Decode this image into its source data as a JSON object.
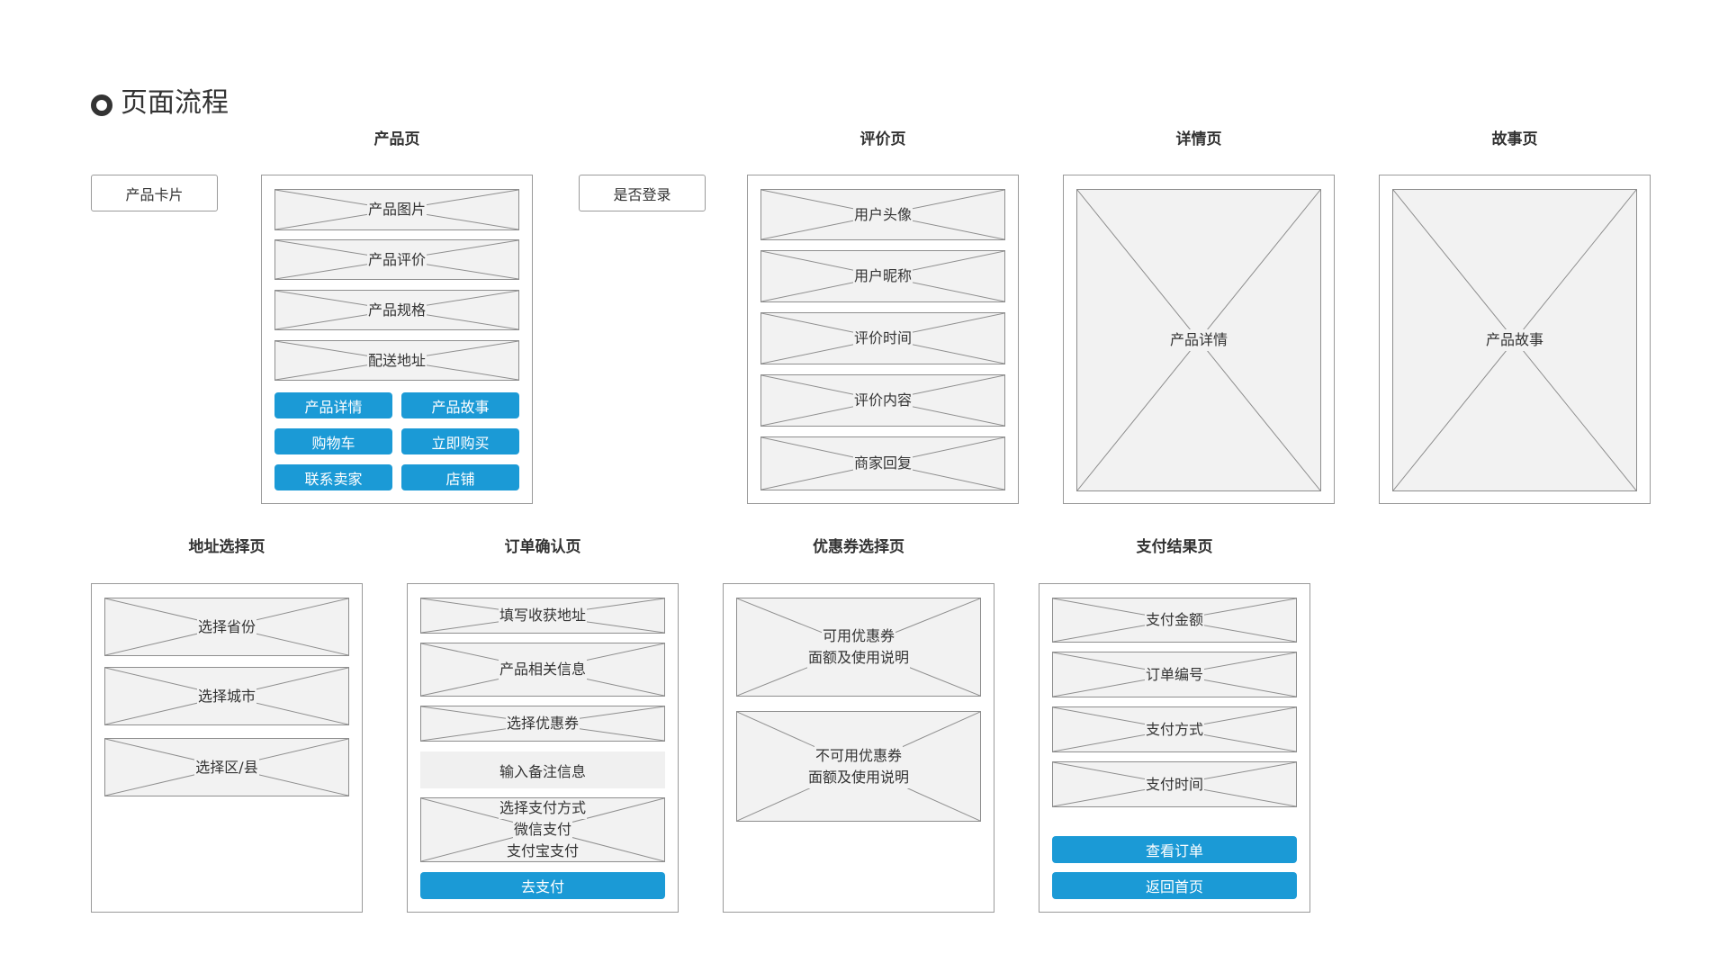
{
  "header": {
    "title": "页面流程"
  },
  "flow": {
    "product_card": "产品卡片",
    "is_logged_in": "是否登录"
  },
  "screens": {
    "product": {
      "title": "产品页",
      "placeholders": [
        "产品图片",
        "产品评价",
        "产品规格",
        "配送地址"
      ],
      "buttons": [
        "产品详情",
        "产品故事",
        "购物车",
        "立即购买",
        "联系卖家",
        "店铺"
      ]
    },
    "review": {
      "title": "评价页",
      "placeholders": [
        "用户头像",
        "用户昵称",
        "评价时间",
        "评价内容",
        "商家回复"
      ]
    },
    "detail": {
      "title": "详情页",
      "placeholder": "产品详情"
    },
    "story": {
      "title": "故事页",
      "placeholder": "产品故事"
    },
    "address": {
      "title": "地址选择页",
      "placeholders": [
        "选择省份",
        "选择城市",
        "选择区/县"
      ]
    },
    "order": {
      "title": "订单确认页",
      "placeholders": [
        "填写收获地址",
        "产品相关信息",
        "选择优惠券"
      ],
      "note": "输入备注信息",
      "payment_lines": [
        "选择支付方式",
        "微信支付",
        "支付宝支付"
      ],
      "pay_button": "去支付"
    },
    "coupon": {
      "title": "优惠券选择页",
      "available_lines": [
        "可用优惠券",
        "面额及使用说明"
      ],
      "unavailable_lines": [
        "不可用优惠券",
        "面额及使用说明"
      ]
    },
    "result": {
      "title": "支付结果页",
      "placeholders": [
        "支付金额",
        "订单编号",
        "支付方式",
        "支付时间"
      ],
      "buttons": [
        "查看订单",
        "返回首页"
      ]
    }
  },
  "colors": {
    "accent": "#1b9ad6",
    "placeholder_fill": "#f2f2f2",
    "border": "#9a9a9a"
  }
}
